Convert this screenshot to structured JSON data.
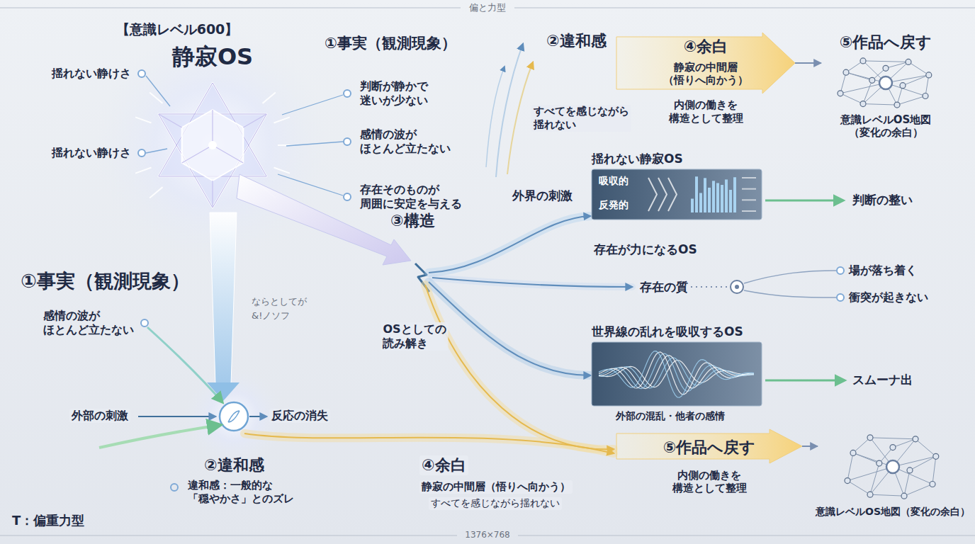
{
  "diagram": {
    "title": "偏と力型",
    "nodes": [
      {
        "text": [
          "④余白",
          "静寂の中間層（悟りへ向かう）",
          "内側の働きを 構造として整理"
        ]
      },
      {
        "text": [
          "⑤作品へ戻す",
          "意識レベルOS地図（変化の余白）"
        ]
      },
      {
        "text": [
          "揺れない静寂OS",
          "吸収的",
          "反発的"
        ]
      },
      {
        "text": [
          "世界線の乱れを吸収するOS",
          "外部の混乱・他者の感情"
        ]
      },
      {
        "text": [
          "⑤作品へ戻す",
          "内側の働きを 構造として整理"
        ]
      },
      {
        "text": [
          "意識レベルOS地図（変化の余白）"
        ]
      }
    ],
    "edges": [
      {
        "from": 0,
        "to": 1,
        "arrow": "to"
      },
      {
        "from": 4,
        "to": 5,
        "arrow": "to"
      }
    ],
    "labels": [
      "【意識レベル600】",
      "静寂OS",
      "揺れない静けさ",
      "揺れない静けさ",
      "①事実（観測現象）",
      "判断が静かで 迷いが少ない",
      "感情の波が ほとんど立たない",
      "存在そのものが 周囲に安定を与える",
      "①事実（観測現象）",
      "感情の波が ほとんど立たない",
      "外部の刺激",
      "反応の消失",
      "②違和感",
      "違和感：一般的な「穏やかさ」とのズレ",
      "ならとしてが",
      "&!ノソフ",
      "T：偏重力型",
      "③構造",
      "OSとしての 読み解き",
      "②違和感",
      "すべてを感じながら 揺れない",
      "外界の刺激",
      "判断の整い",
      "存在が力になるOS",
      "存在の質",
      "場が落ち着く",
      "衝突が起きない",
      "スムーナ出",
      "④余白",
      "静寂の中間層（悟りへ向かう）",
      "すべてを感じながら揺れない",
      "1376×768"
    ]
  }
}
